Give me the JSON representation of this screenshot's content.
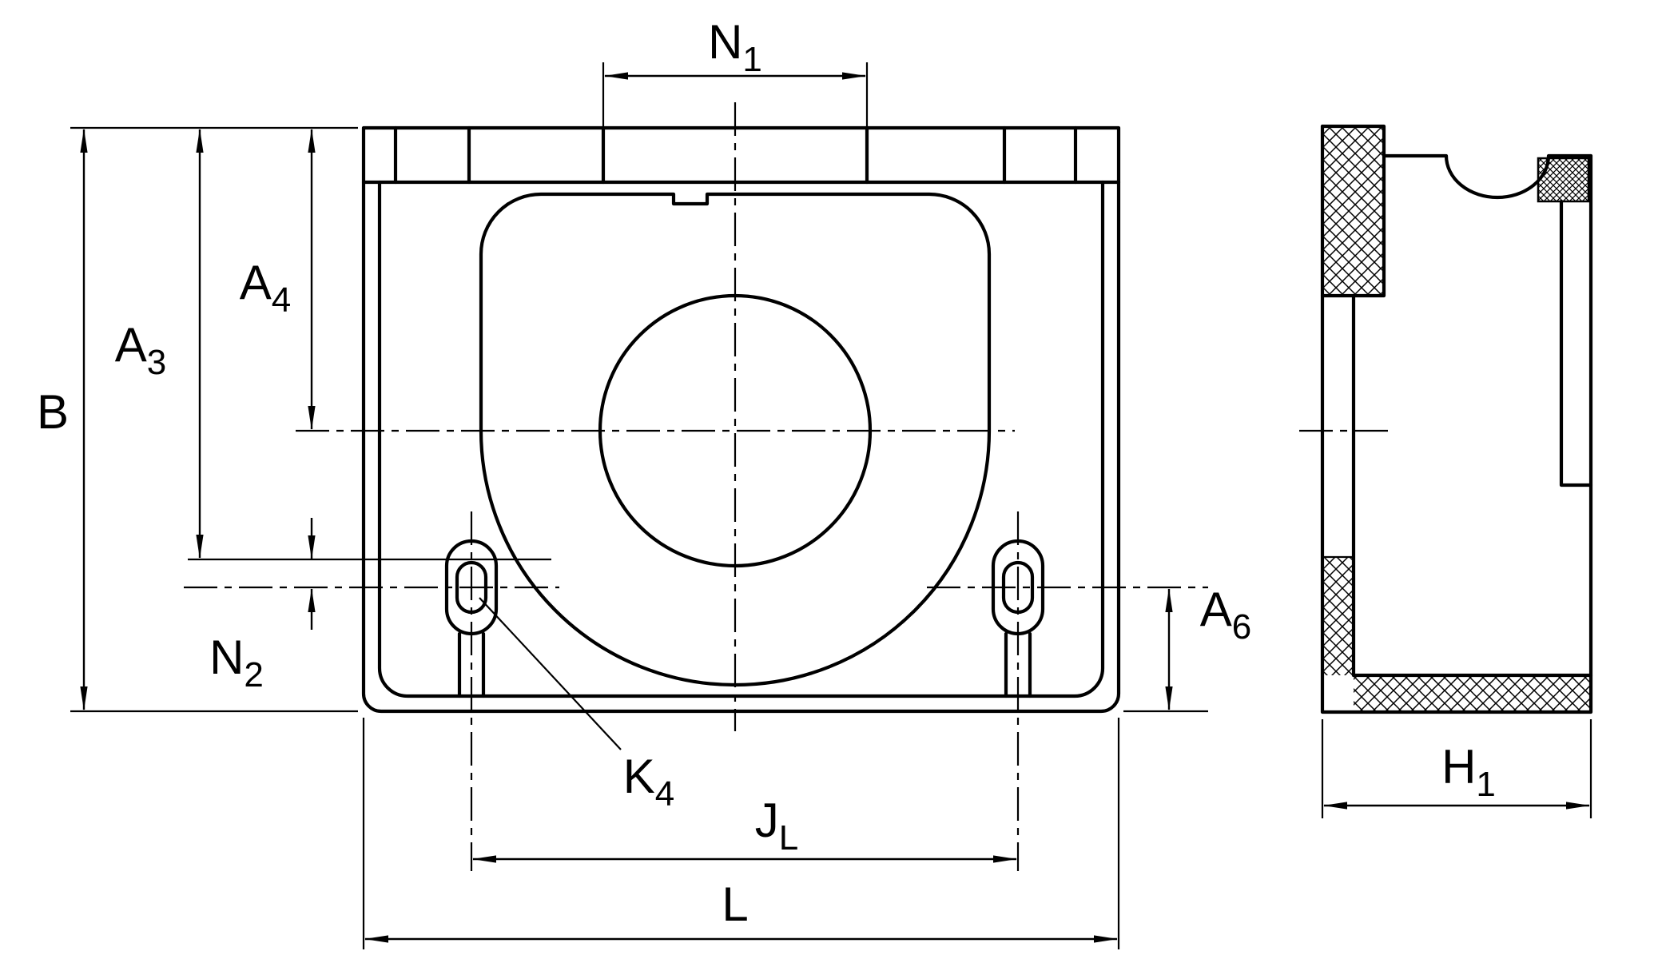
{
  "drawing": {
    "type": "technical-dimension-drawing",
    "subject": "bearing housing unit, front view and sectioned side view"
  },
  "labels": {
    "N1": {
      "main": "N",
      "sub": "1"
    },
    "A4": {
      "main": "A",
      "sub": "4"
    },
    "A3": {
      "main": "A",
      "sub": "3"
    },
    "B": {
      "main": "B",
      "sub": ""
    },
    "N2": {
      "main": "N",
      "sub": "2"
    },
    "K4": {
      "main": "K",
      "sub": "4"
    },
    "JL": {
      "main": "J",
      "sub": "L"
    },
    "L": {
      "main": "L",
      "sub": ""
    },
    "A6": {
      "main": "A",
      "sub": "6"
    },
    "H1": {
      "main": "H",
      "sub": "1"
    }
  },
  "colors": {
    "line": "#000000",
    "background": "#ffffff"
  }
}
